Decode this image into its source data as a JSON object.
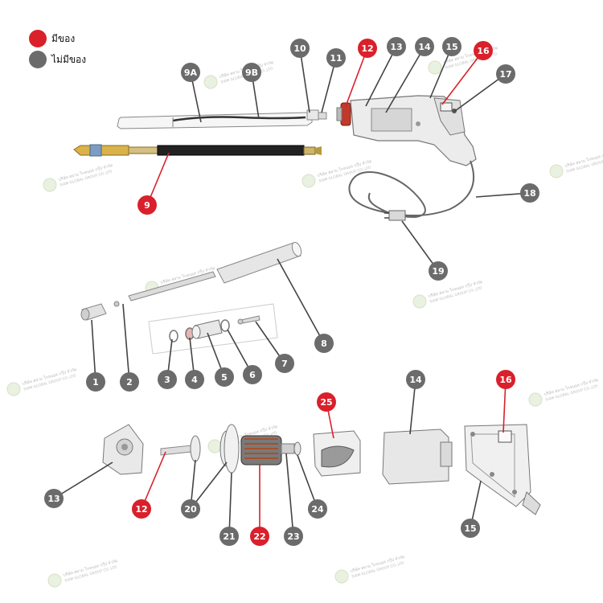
{
  "colors": {
    "available": "#d9202b",
    "unavailable": "#6b6b6b",
    "line": "#444444",
    "part_fill": "#f2f2f2",
    "part_stroke": "#9a9a9a"
  },
  "legend": {
    "available_label": "มีของ",
    "unavailable_label": "ไม่มีของ"
  },
  "watermark": {
    "line1": "บริษัท สยาม โกลบอล กรุ๊ป จำกัด",
    "line2": "SIAM GLOBAL GROUP CO.,LTD"
  },
  "callouts": [
    {
      "id": "c9A",
      "label": "9A",
      "status": "unavailable"
    },
    {
      "id": "c9B",
      "label": "9B",
      "status": "unavailable"
    },
    {
      "id": "c10",
      "label": "10",
      "status": "unavailable"
    },
    {
      "id": "c11",
      "label": "11",
      "status": "unavailable"
    },
    {
      "id": "c12a",
      "label": "12",
      "status": "available"
    },
    {
      "id": "c13a",
      "label": "13",
      "status": "unavailable"
    },
    {
      "id": "c14a",
      "label": "14",
      "status": "unavailable"
    },
    {
      "id": "c15a",
      "label": "15",
      "status": "unavailable"
    },
    {
      "id": "c16a",
      "label": "16",
      "status": "available"
    },
    {
      "id": "c17",
      "label": "17",
      "status": "unavailable"
    },
    {
      "id": "c18",
      "label": "18",
      "status": "unavailable"
    },
    {
      "id": "c9",
      "label": "9",
      "status": "available"
    },
    {
      "id": "c19",
      "label": "19",
      "status": "unavailable"
    },
    {
      "id": "c8",
      "label": "8",
      "status": "unavailable"
    },
    {
      "id": "c7",
      "label": "7",
      "status": "unavailable"
    },
    {
      "id": "c1",
      "label": "1",
      "status": "unavailable"
    },
    {
      "id": "c2",
      "label": "2",
      "status": "unavailable"
    },
    {
      "id": "c3",
      "label": "3",
      "status": "unavailable"
    },
    {
      "id": "c4",
      "label": "4",
      "status": "unavailable"
    },
    {
      "id": "c5",
      "label": "5",
      "status": "unavailable"
    },
    {
      "id": "c6",
      "label": "6",
      "status": "unavailable"
    },
    {
      "id": "c14b",
      "label": "14",
      "status": "unavailable"
    },
    {
      "id": "c16b",
      "label": "16",
      "status": "available"
    },
    {
      "id": "c25",
      "label": "25",
      "status": "available"
    },
    {
      "id": "c13b",
      "label": "13",
      "status": "unavailable"
    },
    {
      "id": "c12b",
      "label": "12",
      "status": "available"
    },
    {
      "id": "c20",
      "label": "20",
      "status": "unavailable"
    },
    {
      "id": "c21",
      "label": "21",
      "status": "unavailable"
    },
    {
      "id": "c22",
      "label": "22",
      "status": "available"
    },
    {
      "id": "c23",
      "label": "23",
      "status": "unavailable"
    },
    {
      "id": "c24",
      "label": "24",
      "status": "unavailable"
    },
    {
      "id": "c15b",
      "label": "15",
      "status": "unavailable"
    }
  ]
}
